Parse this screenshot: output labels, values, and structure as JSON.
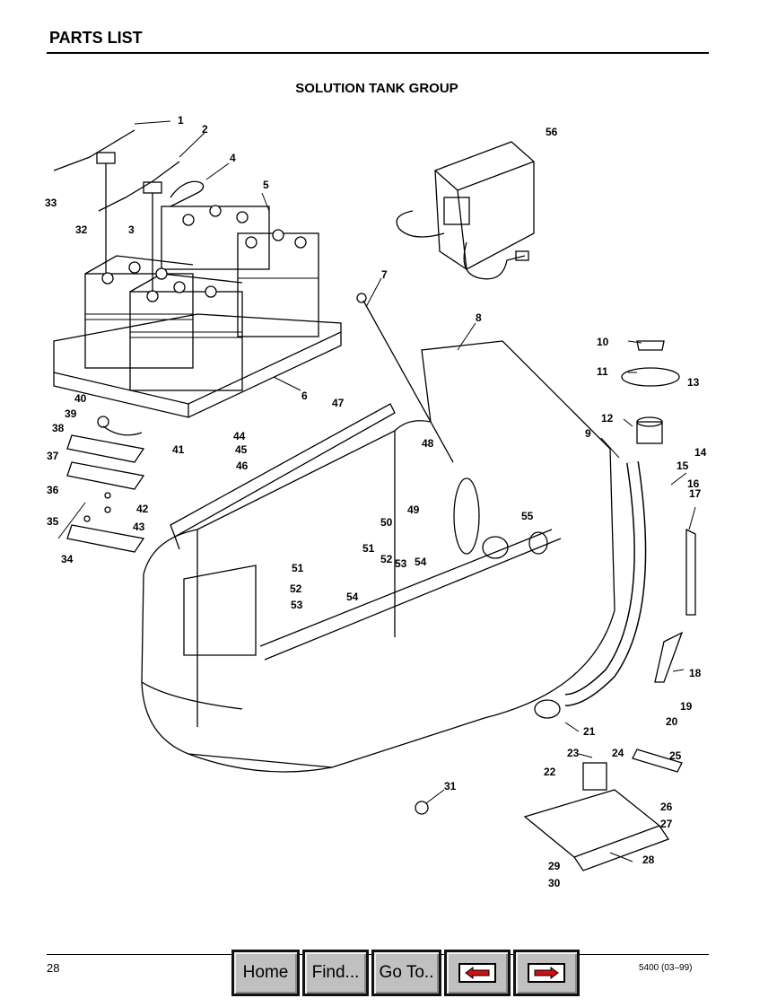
{
  "header": {
    "title": "PARTS LIST"
  },
  "section_title": "SOLUTION TANK GROUP",
  "callouts": [
    "1",
    "2",
    "3",
    "4",
    "5",
    "6",
    "7",
    "8",
    "9",
    "10",
    "11",
    "12",
    "13",
    "14",
    "15",
    "16",
    "17",
    "18",
    "19",
    "20",
    "21",
    "22",
    "23",
    "24",
    "25",
    "26",
    "27",
    "28",
    "29",
    "30",
    "31",
    "32",
    "33",
    "34",
    "35",
    "36",
    "37",
    "38",
    "39",
    "40",
    "41",
    "42",
    "43",
    "44",
    "45",
    "46",
    "47",
    "48",
    "49",
    "50",
    "51",
    "52",
    "53",
    "54",
    "55",
    "56"
  ],
  "footer": {
    "page_number": "28",
    "doc_code": "5400  (03–99)"
  },
  "nav": {
    "home": "Home",
    "find": "Find...",
    "goto": "Go To..",
    "back_icon": "left-arrow-icon",
    "forward_icon": "right-arrow-icon",
    "arrow_color": "#d01010"
  }
}
